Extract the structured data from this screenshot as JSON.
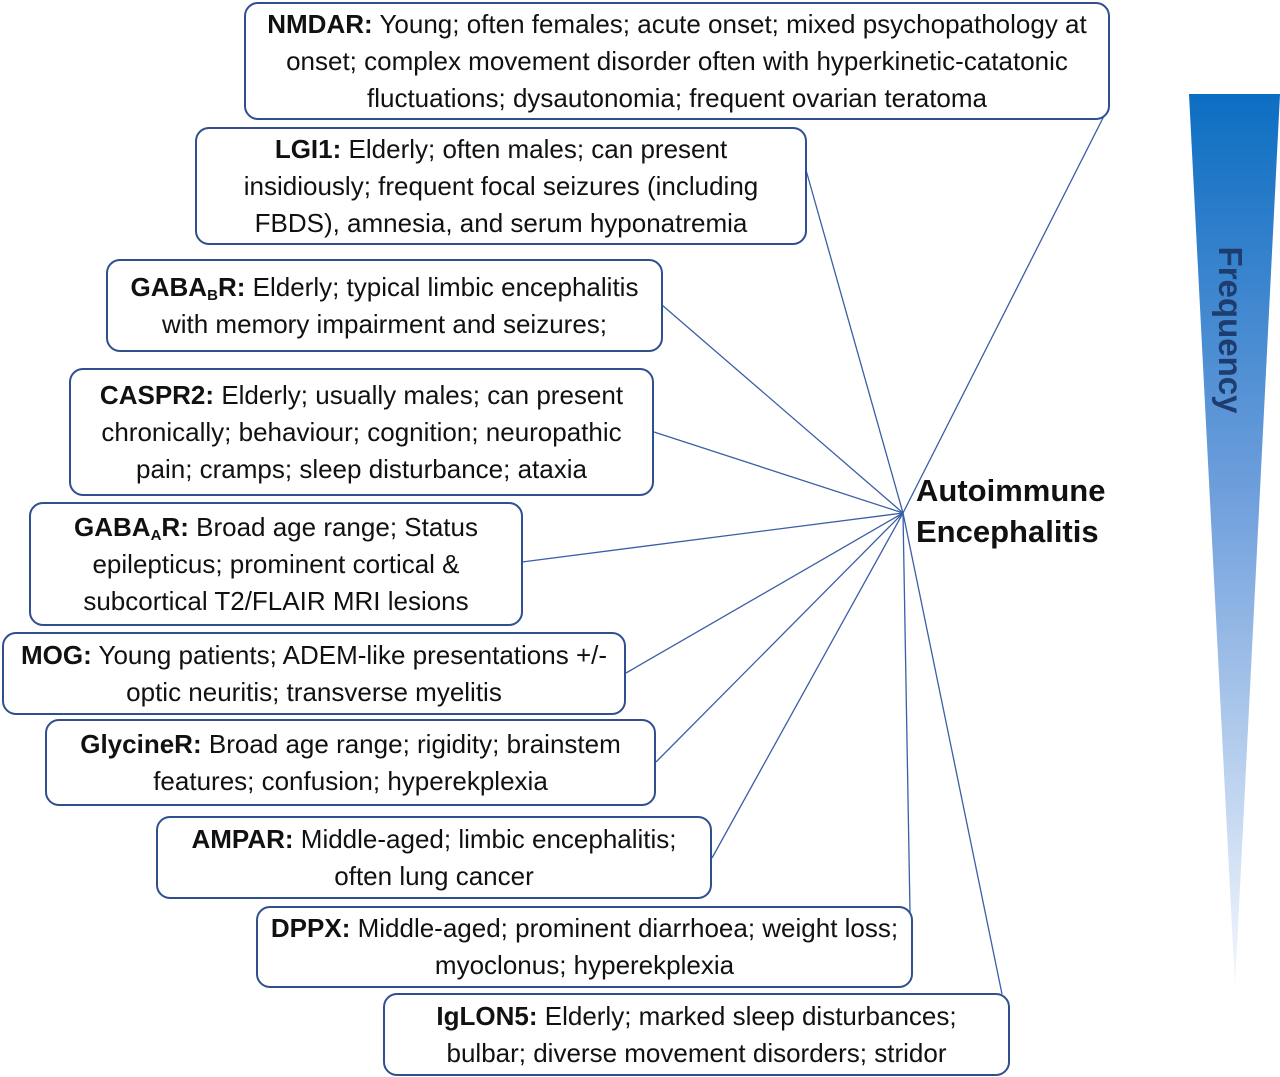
{
  "center": {
    "line1": "Autoimmune",
    "line2": "Encephalitis"
  },
  "frequency_label": "Frequency",
  "colors": {
    "box_border": "#2f4f8f",
    "connector_line": "#3b5fa6",
    "wedge_top": "#0d6ec2",
    "wedge_bottom": "#f5f8fd",
    "frequency_text": "#1f3c6e"
  },
  "entries": [
    {
      "name": "NMDAR",
      "description": "Young; often females; acute onset; mixed psychopathology at onset; complex movement disorder often with hyperkinetic-catatonic fluctuations; dysautonomia; frequent ovarian teratoma"
    },
    {
      "name": "LGI1",
      "description": "Elderly; often males; can present insidiously; frequent focal seizures (including FBDS), amnesia, and serum hyponatremia"
    },
    {
      "name_base": "GABA",
      "name_sub": "B",
      "name_suffix": "R",
      "description": "Elderly; typical limbic encephalitis with memory impairment and seizures;"
    },
    {
      "name": "CASPR2",
      "description": "Elderly; usually males; can present chronically; behaviour; cognition; neuropathic pain; cramps; sleep disturbance; ataxia"
    },
    {
      "name_base": "GABA",
      "name_sub": "A",
      "name_suffix": "R",
      "description": "Broad age range; Status epilepticus; prominent cortical & subcortical T2/FLAIR MRI lesions"
    },
    {
      "name": "MOG",
      "description": "Young patients; ADEM-like presentations +/- optic neuritis; transverse myelitis"
    },
    {
      "name": "GlycineR",
      "description": "Broad age range; rigidity; brainstem features; confusion; hyperekplexia"
    },
    {
      "name": "AMPAR",
      "description": "Middle-aged; limbic encephalitis; often lung cancer"
    },
    {
      "name": "DPPX",
      "description": "Middle-aged; prominent diarrhoea; weight loss; myoclonus; hyperekplexia"
    },
    {
      "name": "IgLON5",
      "description": "Elderly; marked sleep disturbances; bulbar; diverse movement disorders; stridor"
    }
  ]
}
